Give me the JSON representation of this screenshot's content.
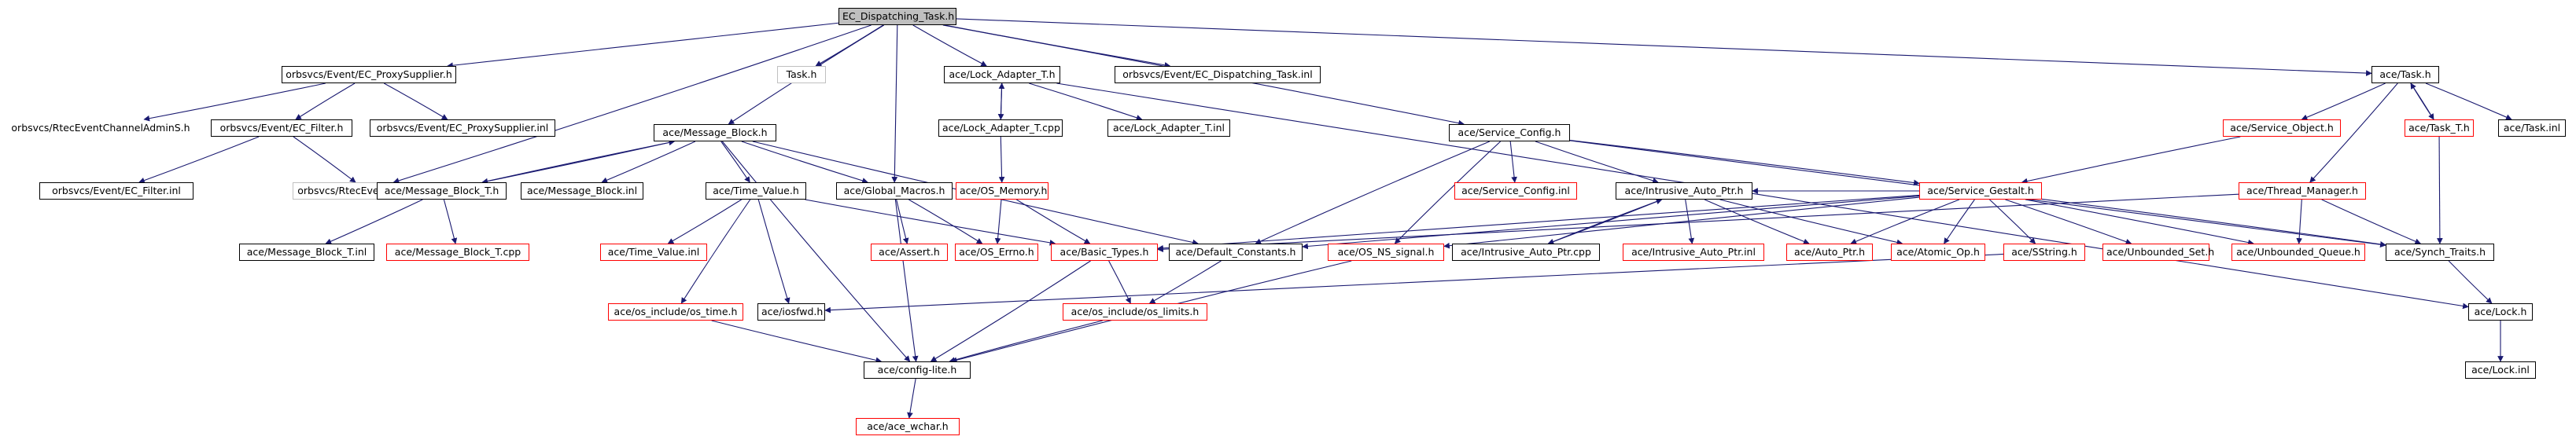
{
  "title": "EC_Dispatching_Task.h",
  "colors": {
    "edge": "#191970",
    "node_border": "#000000",
    "missing_border": "#ff0000",
    "gray_border": "#c0c0c0",
    "root_fill": "#bfbfbf"
  },
  "nodes": [
    {
      "id": "root",
      "label": "EC_Dispatching_Task.h",
      "style": "root"
    },
    {
      "id": "proxysupplier",
      "label": "orbsvcs/Event/EC_ProxySupplier.h",
      "style": "black"
    },
    {
      "id": "taskh_gray",
      "label": "Task.h",
      "style": "gray"
    },
    {
      "id": "lock_adapter",
      "label": "ace/Lock_Adapter_T.h",
      "style": "black"
    },
    {
      "id": "ecdisp_inl",
      "label": "orbsvcs/Event/EC_Dispatching_Task.inl",
      "style": "black"
    },
    {
      "id": "ace_task",
      "label": "ace/Task.h",
      "style": "black"
    },
    {
      "id": "rtecadmin",
      "label": "orbsvcs/RtecEventChannelAdminS.h",
      "style": "plain"
    },
    {
      "id": "ec_filter",
      "label": "orbsvcs/Event/EC_Filter.h",
      "style": "black"
    },
    {
      "id": "proxysupplier_inl",
      "label": "orbsvcs/Event/EC_ProxySupplier.inl",
      "style": "black"
    },
    {
      "id": "lock_adapter_cpp",
      "label": "ace/Lock_Adapter_T.cpp",
      "style": "black"
    },
    {
      "id": "lock_adapter_inl",
      "label": "ace/Lock_Adapter_T.inl",
      "style": "black"
    },
    {
      "id": "message_block",
      "label": "ace/Message_Block.h",
      "style": "black"
    },
    {
      "id": "service_config",
      "label": "ace/Service_Config.h",
      "style": "black"
    },
    {
      "id": "service_object",
      "label": "ace/Service_Object.h",
      "style": "red"
    },
    {
      "id": "task_t",
      "label": "ace/Task_T.h",
      "style": "red"
    },
    {
      "id": "task_inl",
      "label": "ace/Task.inl",
      "style": "black"
    },
    {
      "id": "ec_filter_inl",
      "label": "orbsvcs/Event/EC_Filter.inl",
      "style": "black"
    },
    {
      "id": "rteccommc",
      "label": "orbsvcs/RtecEventCommC.h",
      "style": "gray"
    },
    {
      "id": "os_memory",
      "label": "ace/OS_Memory.h",
      "style": "red"
    },
    {
      "id": "message_block_t",
      "label": "ace/Message_Block_T.h",
      "style": "black"
    },
    {
      "id": "message_block_inl",
      "label": "ace/Message_Block.inl",
      "style": "black"
    },
    {
      "id": "time_value",
      "label": "ace/Time_Value.h",
      "style": "black"
    },
    {
      "id": "global_macros",
      "label": "ace/Global_Macros.h",
      "style": "black"
    },
    {
      "id": "service_config_inl",
      "label": "ace/Service_Config.inl",
      "style": "red"
    },
    {
      "id": "intrusive_auto_ptr",
      "label": "ace/Intrusive_Auto_Ptr.h",
      "style": "black"
    },
    {
      "id": "service_gestalt",
      "label": "ace/Service_Gestalt.h",
      "style": "red"
    },
    {
      "id": "thread_manager",
      "label": "ace/Thread_Manager.h",
      "style": "red"
    },
    {
      "id": "message_block_t_inl",
      "label": "ace/Message_Block_T.inl",
      "style": "black"
    },
    {
      "id": "message_block_t_cpp",
      "label": "ace/Message_Block_T.cpp",
      "style": "red"
    },
    {
      "id": "time_value_inl",
      "label": "ace/Time_Value.inl",
      "style": "red"
    },
    {
      "id": "os_errno",
      "label": "ace/OS_Errno.h",
      "style": "red"
    },
    {
      "id": "basic_types",
      "label": "ace/Basic_Types.h",
      "style": "red"
    },
    {
      "id": "assert",
      "label": "ace/Assert.h",
      "style": "red"
    },
    {
      "id": "default_constants",
      "label": "ace/Default_Constants.h",
      "style": "black"
    },
    {
      "id": "os_ns_signal",
      "label": "ace/OS_NS_signal.h",
      "style": "red"
    },
    {
      "id": "intrusive_auto_ptr_cpp",
      "label": "ace/Intrusive_Auto_Ptr.cpp",
      "style": "black"
    },
    {
      "id": "intrusive_auto_ptr_inl",
      "label": "ace/Intrusive_Auto_Ptr.inl",
      "style": "red"
    },
    {
      "id": "auto_ptr",
      "label": "ace/Auto_Ptr.h",
      "style": "red"
    },
    {
      "id": "atomic_op",
      "label": "ace/Atomic_Op.h",
      "style": "red"
    },
    {
      "id": "sstring",
      "label": "ace/SString.h",
      "style": "red"
    },
    {
      "id": "unbounded_set",
      "label": "ace/Unbounded_Set.h",
      "style": "red"
    },
    {
      "id": "unbounded_queue",
      "label": "ace/Unbounded_Queue.h",
      "style": "red"
    },
    {
      "id": "synch_traits",
      "label": "ace/Synch_Traits.h",
      "style": "black"
    },
    {
      "id": "os_time",
      "label": "ace/os_include/os_time.h",
      "style": "red"
    },
    {
      "id": "iosfwd",
      "label": "ace/iosfwd.h",
      "style": "black"
    },
    {
      "id": "os_limits",
      "label": "ace/os_include/os_limits.h",
      "style": "red"
    },
    {
      "id": "lock_h",
      "label": "ace/Lock.h",
      "style": "black"
    },
    {
      "id": "config_lite",
      "label": "ace/config-lite.h",
      "style": "black"
    },
    {
      "id": "lock_inl",
      "label": "ace/Lock.inl",
      "style": "black"
    },
    {
      "id": "ace_wchar",
      "label": "ace/ace_wchar.h",
      "style": "red"
    }
  ],
  "edges": [
    [
      "root",
      "proxysupplier"
    ],
    [
      "root",
      "taskh_gray"
    ],
    [
      "root",
      "lock_adapter"
    ],
    [
      "root",
      "ecdisp_inl"
    ],
    [
      "root",
      "ace_task"
    ],
    [
      "root",
      "message_block"
    ],
    [
      "root",
      "global_macros"
    ],
    [
      "root",
      "rteccommc"
    ],
    [
      "root",
      "service_config"
    ],
    [
      "proxysupplier",
      "rtecadmin"
    ],
    [
      "proxysupplier",
      "ec_filter"
    ],
    [
      "proxysupplier",
      "proxysupplier_inl"
    ],
    [
      "ec_filter",
      "ec_filter_inl"
    ],
    [
      "ec_filter",
      "rteccommc"
    ],
    [
      "lock_adapter",
      "lock_adapter_cpp"
    ],
    [
      "lock_adapter_cpp",
      "lock_adapter"
    ],
    [
      "lock_adapter",
      "lock_adapter_inl"
    ],
    [
      "lock_adapter",
      "lock_h"
    ],
    [
      "lock_adapter_cpp",
      "os_memory"
    ],
    [
      "ace_task",
      "service_object"
    ],
    [
      "ace_task",
      "task_t"
    ],
    [
      "ace_task",
      "task_inl"
    ],
    [
      "ace_task",
      "thread_manager"
    ],
    [
      "task_t",
      "ace_task"
    ],
    [
      "task_t",
      "synch_traits"
    ],
    [
      "service_object",
      "service_gestalt"
    ],
    [
      "message_block",
      "message_block_t"
    ],
    [
      "message_block_t",
      "message_block"
    ],
    [
      "message_block",
      "message_block_inl"
    ],
    [
      "message_block",
      "time_value"
    ],
    [
      "message_block",
      "global_macros"
    ],
    [
      "message_block",
      "default_constants"
    ],
    [
      "message_block",
      "config_lite"
    ],
    [
      "message_block_t",
      "message_block_t_inl"
    ],
    [
      "message_block_t",
      "message_block_t_cpp"
    ],
    [
      "time_value",
      "time_value_inl"
    ],
    [
      "time_value",
      "os_time"
    ],
    [
      "time_value",
      "iosfwd"
    ],
    [
      "time_value",
      "basic_types"
    ],
    [
      "global_macros",
      "assert"
    ],
    [
      "global_macros",
      "os_errno"
    ],
    [
      "global_macros",
      "config_lite"
    ],
    [
      "os_memory",
      "os_errno"
    ],
    [
      "os_memory",
      "basic_types"
    ],
    [
      "service_config",
      "service_config_inl"
    ],
    [
      "service_config",
      "intrusive_auto_ptr"
    ],
    [
      "service_config",
      "service_gestalt"
    ],
    [
      "service_config",
      "default_constants"
    ],
    [
      "service_config",
      "os_ns_signal"
    ],
    [
      "service_config",
      "synch_traits"
    ],
    [
      "intrusive_auto_ptr",
      "intrusive_auto_ptr_cpp"
    ],
    [
      "intrusive_auto_ptr_cpp",
      "intrusive_auto_ptr"
    ],
    [
      "intrusive_auto_ptr",
      "intrusive_auto_ptr_inl"
    ],
    [
      "intrusive_auto_ptr",
      "auto_ptr"
    ],
    [
      "intrusive_auto_ptr",
      "atomic_op"
    ],
    [
      "service_gestalt",
      "auto_ptr"
    ],
    [
      "service_gestalt",
      "sstring"
    ],
    [
      "service_gestalt",
      "unbounded_set"
    ],
    [
      "service_gestalt",
      "unbounded_queue"
    ],
    [
      "service_gestalt",
      "atomic_op"
    ],
    [
      "service_gestalt",
      "default_constants"
    ],
    [
      "service_gestalt",
      "synch_traits"
    ],
    [
      "service_gestalt",
      "os_ns_signal"
    ],
    [
      "service_gestalt",
      "basic_types"
    ],
    [
      "service_gestalt",
      "intrusive_auto_ptr"
    ],
    [
      "thread_manager",
      "synch_traits"
    ],
    [
      "thread_manager",
      "unbounded_queue"
    ],
    [
      "thread_manager",
      "basic_types"
    ],
    [
      "default_constants",
      "os_limits"
    ],
    [
      "basic_types",
      "os_limits"
    ],
    [
      "basic_types",
      "config_lite"
    ],
    [
      "os_ns_signal",
      "config_lite"
    ],
    [
      "sstring",
      "iosfwd"
    ],
    [
      "os_limits",
      "config_lite"
    ],
    [
      "os_time",
      "config_lite"
    ],
    [
      "synch_traits",
      "lock_h"
    ],
    [
      "lock_h",
      "lock_inl"
    ],
    [
      "config_lite",
      "ace_wchar"
    ]
  ]
}
